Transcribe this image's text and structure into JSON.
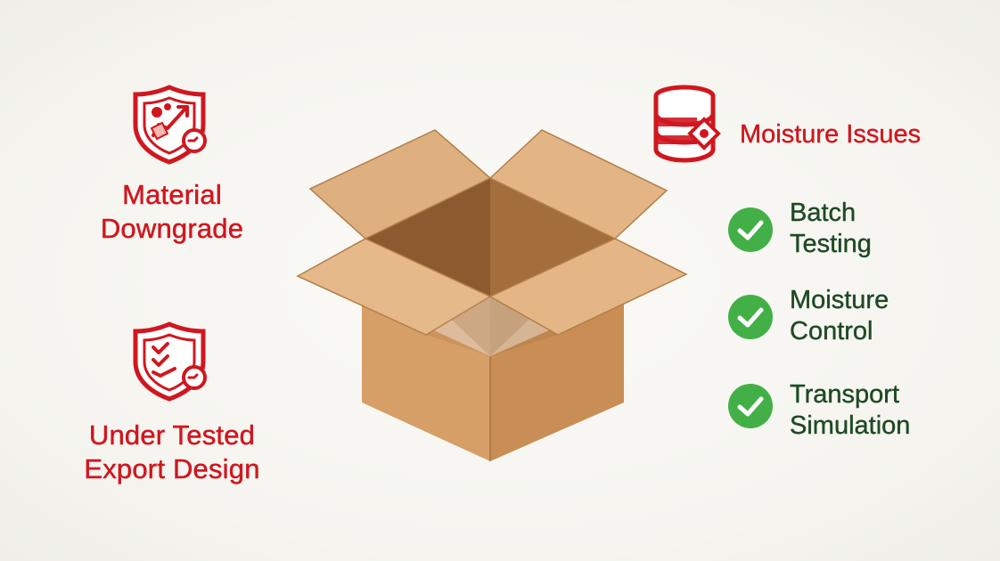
{
  "colors": {
    "risk_red": "#d0171f",
    "solution_green": "#1f7a2e",
    "check_green": "#43b047",
    "cardboard_light": "#e0ad78",
    "cardboard_mid": "#cf9a62",
    "cardboard_dark": "#8b5a2e"
  },
  "left_risks": [
    {
      "icon": "shield-arrow-icon",
      "lines": [
        "Material",
        "Downgrade"
      ]
    },
    {
      "icon": "shield-checklist-icon",
      "lines": [
        "Under Tested",
        "Export Design"
      ]
    }
  ],
  "center": {
    "icon": "open-cardboard-box"
  },
  "moisture": {
    "icon": "database-stack-icon",
    "title": "Moisture Issues"
  },
  "solutions": [
    {
      "icon": "check-circle-icon",
      "lines": [
        "Batch",
        "Testing"
      ]
    },
    {
      "icon": "check-circle-icon",
      "lines": [
        "Moisture",
        "Control"
      ]
    },
    {
      "icon": "check-circle-icon",
      "lines": [
        "Transport",
        "Simulation"
      ]
    }
  ]
}
